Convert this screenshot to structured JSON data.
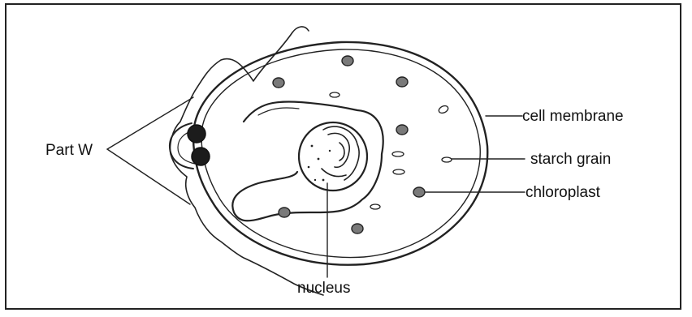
{
  "labels": {
    "part_w": "Part W",
    "cell_membrane": "cell membrane",
    "starch_grain": "starch grain",
    "chloroplast": "chloroplast",
    "nucleus": "nucleus"
  },
  "colors": {
    "ink": "#222222",
    "background": "#ffffff"
  }
}
